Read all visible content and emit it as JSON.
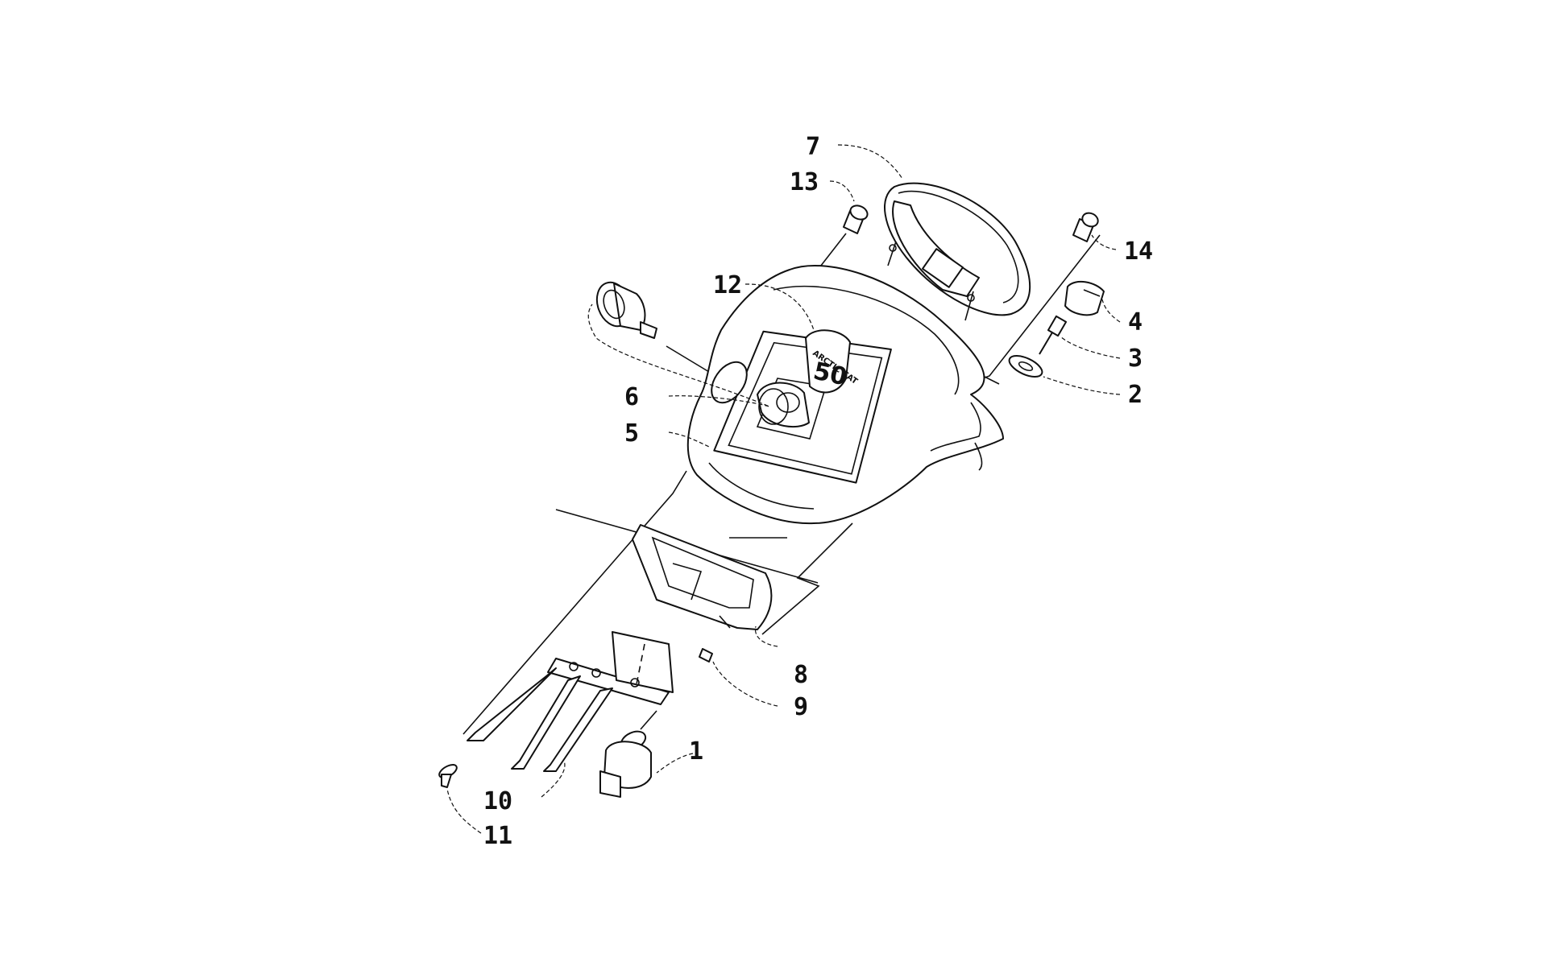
{
  "diagram": {
    "callouts": [
      "1",
      "2",
      "3",
      "4",
      "5",
      "6",
      "7",
      "8",
      "9",
      "10",
      "11",
      "12",
      "13",
      "14"
    ],
    "logo": {
      "line1": "ARCTIC CAT",
      "line2": "50"
    }
  }
}
